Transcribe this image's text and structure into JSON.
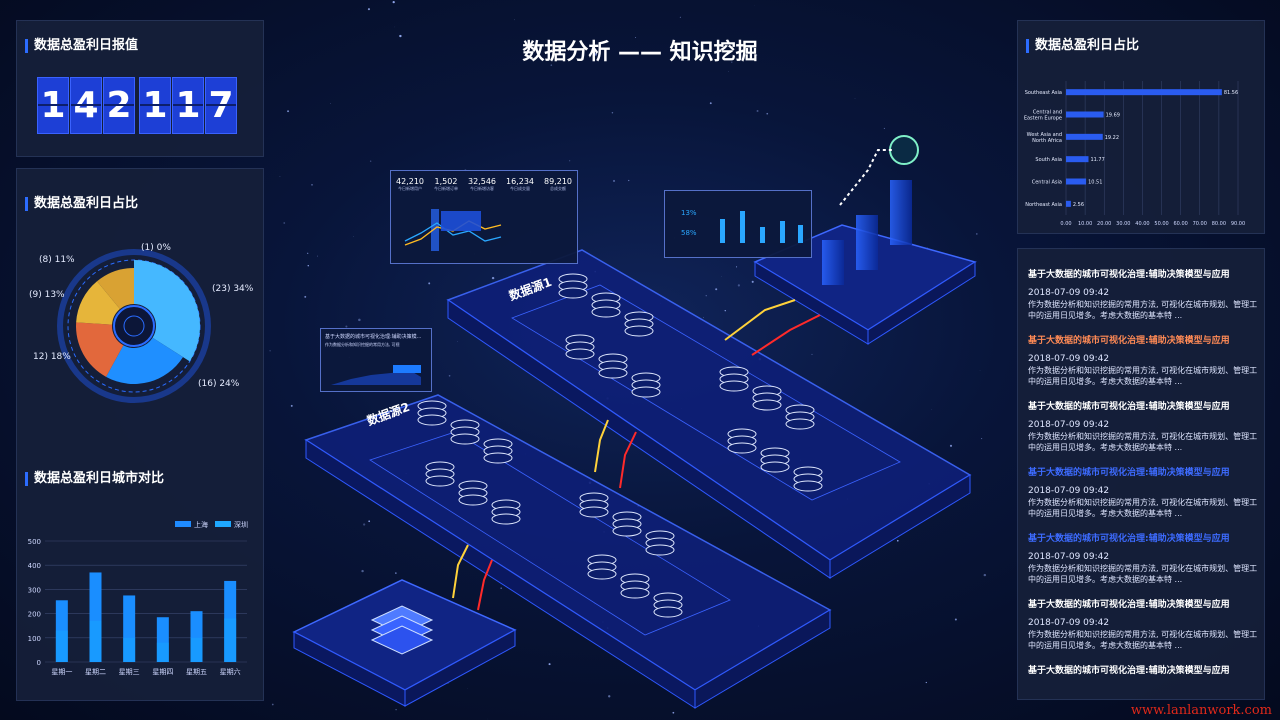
{
  "headline": "数据分析 —— 知识挖掘",
  "counter": {
    "title": "数据总盈利日报值",
    "digits": [
      "1",
      "4",
      "2",
      "1",
      "1",
      "7"
    ]
  },
  "donut": {
    "title": "数据总盈利日占比",
    "labels": [
      "(1) 0%",
      "(8) 11%",
      "(9) 13%",
      "12) 18%",
      "(23) 34%",
      "(16) 24%"
    ]
  },
  "citychart": {
    "title": "数据总盈利日城市对比",
    "legend": [
      "上海",
      "深圳"
    ]
  },
  "hbar": {
    "title": "数据总盈利日占比"
  },
  "platforms": [
    "数据源1",
    "数据源2"
  ],
  "minichart1": {
    "stats": [
      {
        "value": "42,210",
        "label": "今日新增用户"
      },
      {
        "value": "1,502",
        "label": "今日新增订单"
      },
      {
        "value": "32,546",
        "label": "今日新增访客"
      },
      {
        "value": "16,234",
        "label": "今日成交量"
      },
      {
        "value": "89,210",
        "label": "总成交额"
      }
    ]
  },
  "minichart2": {
    "pct": [
      "13%",
      "58%"
    ]
  },
  "minichart3": {
    "title": "基于大数据的城市可视化治理:辅助决策模...",
    "sub": "作为数据分析和知识挖掘的常用方法, 可视"
  },
  "news": [
    {
      "title": "基于大数据的城市可视化治理:辅助决策模型与应用",
      "date": "2018-07-09 09:42",
      "text": "作为数据分析和知识挖掘的常用方法, 可视化在城市规划、管理工中的运用日见增多。考虑大数据的基本特 ...",
      "color": "#ffffff"
    },
    {
      "title": "基于大数据的城市可视化治理:辅助决策模型与应用",
      "date": "2018-07-09 09:42",
      "text": "作为数据分析和知识挖掘的常用方法, 可视化在城市规划、管理工中的运用日见增多。考虑大数据的基本特 ...",
      "color": "#ff8a55"
    },
    {
      "title": "基于大数据的城市可视化治理:辅助决策模型与应用",
      "date": "2018-07-09 09:42",
      "text": "作为数据分析和知识挖掘的常用方法, 可视化在城市规划、管理工中的运用日见增多。考虑大数据的基本特 ...",
      "color": "#ffffff"
    },
    {
      "title": "基于大数据的城市可视化治理:辅助决策模型与应用",
      "date": "2018-07-09 09:42",
      "text": "作为数据分析和知识挖掘的常用方法, 可视化在城市规划、管理工中的运用日见增多。考虑大数据的基本特 ...",
      "color": "#3d6bff"
    },
    {
      "title": "基于大数据的城市可视化治理:辅助决策模型与应用",
      "date": "2018-07-09 09:42",
      "text": "作为数据分析和知识挖掘的常用方法, 可视化在城市规划、管理工中的运用日见增多。考虑大数据的基本特 ...",
      "color": "#3d6bff"
    },
    {
      "title": "基于大数据的城市可视化治理:辅助决策模型与应用",
      "date": "2018-07-09 09:42",
      "text": "作为数据分析和知识挖掘的常用方法, 可视化在城市规划、管理工中的运用日见增多。考虑大数据的基本特 ...",
      "color": "#ffffff"
    },
    {
      "title": "基于大数据的城市可视化治理:辅助决策模型与应用",
      "date": "",
      "text": "",
      "color": "#ffffff"
    }
  ],
  "watermark": "www.lanlanwork.com",
  "colors": {
    "accent": "#2c6cff",
    "panel": "#16203a",
    "bar_shanghai": "#1f8bff",
    "bar_shenzhen": "#1fa8ff"
  },
  "chart_data": [
    {
      "type": "pie",
      "categories": [
        "(1)",
        "(8)",
        "(9)",
        "(12)",
        "(23)",
        "(16)"
      ],
      "values": [
        0,
        11,
        13,
        18,
        34,
        24
      ]
    },
    {
      "type": "bar",
      "categories": [
        "星期一",
        "星期二",
        "星期三",
        "星期四",
        "星期五",
        "星期六"
      ],
      "series": [
        {
          "name": "上海",
          "values": [
            130,
            170,
            100,
            80,
            100,
            180
          ]
        },
        {
          "name": "深圳",
          "values": [
            255,
            370,
            275,
            185,
            210,
            335
          ]
        }
      ],
      "ylim": [
        0,
        500
      ],
      "yticks": [
        0,
        100,
        200,
        300,
        400,
        500
      ]
    },
    {
      "type": "bar",
      "orientation": "horizontal",
      "categories": [
        "Southeast Asia",
        "Central and Eastern Europe",
        "West Asia and North Africa",
        "South Asia",
        "Central Asia",
        "Northeast Asia"
      ],
      "values": [
        81.56,
        19.69,
        19.22,
        11.77,
        10.51,
        2.56
      ],
      "xlim": [
        0,
        90
      ],
      "xticks": [
        "0.00",
        "10.00",
        "20.00",
        "30.00",
        "40.00",
        "50.00",
        "60.00",
        "70.00",
        "80.00",
        "90.00"
      ]
    }
  ]
}
